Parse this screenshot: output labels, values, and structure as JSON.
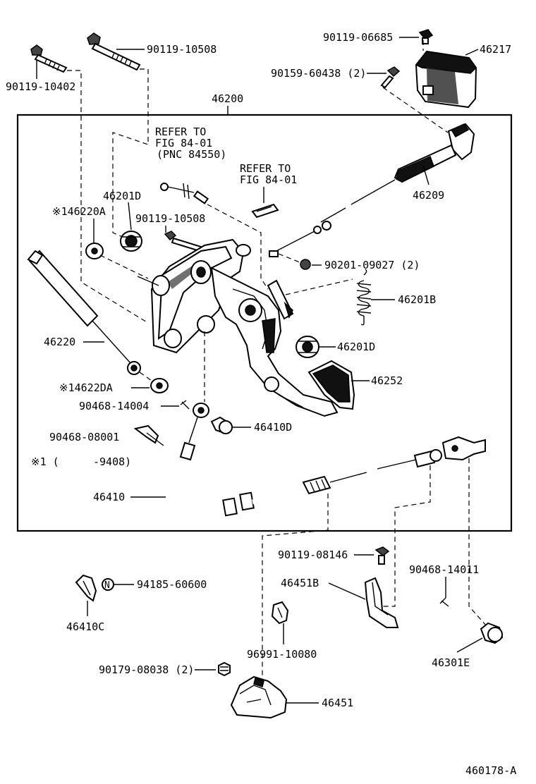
{
  "assembly": {
    "number": "46200"
  },
  "figure_code": "460178-A",
  "notes": {
    "refer_1": {
      "line1": "REFER TO",
      "line2": "FIG 84-01",
      "line3": "(PNC 84550)"
    },
    "refer_2": {
      "line1": "REFER TO",
      "line2": "FIG 84-01"
    },
    "footnote": {
      "mark": "※1 (",
      "range": "-9408)"
    }
  },
  "labels": {
    "p_90119_10402": "90119-10402",
    "p_90119_10508_top": "90119-10508",
    "p_90119_06685": "90119-06685",
    "p_46217": "46217",
    "p_90159_60438": "90159-60438 (2)",
    "p_46200": "46200",
    "p_46209": "46209",
    "p_46201D_top": "46201D",
    "p_146220A": "※146220A",
    "p_90119_10508_mid": "90119-10508",
    "p_90201_09027": "90201-09027 (2)",
    "p_46201B": "46201B",
    "p_46220": "46220",
    "p_46201D_right": "46201D",
    "p_46252": "46252",
    "p_14622DA": "※14622DA",
    "p_90468_14004": "90468-14004",
    "p_46410D": "46410D",
    "p_90468_08001": "90468-08001",
    "p_46410": "46410",
    "p_90119_08146": "90119-08146",
    "p_90468_14011": "90468-14011",
    "p_46451B": "46451B",
    "p_94185_60600": "94185-60600",
    "p_46410C": "46410C",
    "p_96991_10080": "96991-10080",
    "p_46301E": "46301E",
    "p_90179_08038": "90179-08038 (2)",
    "p_46451": "46451"
  },
  "symbols": {
    "new_part_mark": "N"
  },
  "icons": [
    "bolt-icon",
    "bracket-icon",
    "gas-strut-icon",
    "pedal-icon",
    "cable-icon",
    "spring-icon",
    "clip-icon",
    "nut-icon"
  ]
}
